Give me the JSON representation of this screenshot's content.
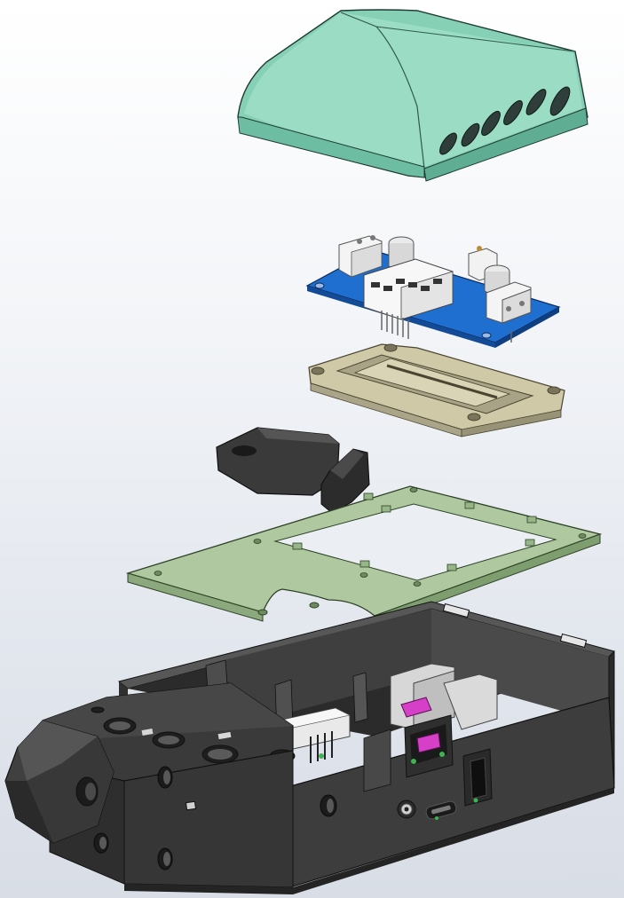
{
  "view": {
    "background_top": "#ffffff",
    "background_bottom": "#d8dde6"
  },
  "parts": [
    {
      "name": "vented-top-cover",
      "color": "#7fcbb2"
    },
    {
      "name": "dc-dc-converter-board",
      "color": "#1f6fd1"
    },
    {
      "name": "pcb-mounting-bracket",
      "color": "#c9c4a5"
    },
    {
      "name": "dark-clip-part",
      "color": "#3a3a3a"
    },
    {
      "name": "green-mounting-plate",
      "color": "#a9c49a"
    },
    {
      "name": "black-base-enclosure",
      "color": "#3d3d3d"
    }
  ],
  "connector_accent": "#d640c8"
}
